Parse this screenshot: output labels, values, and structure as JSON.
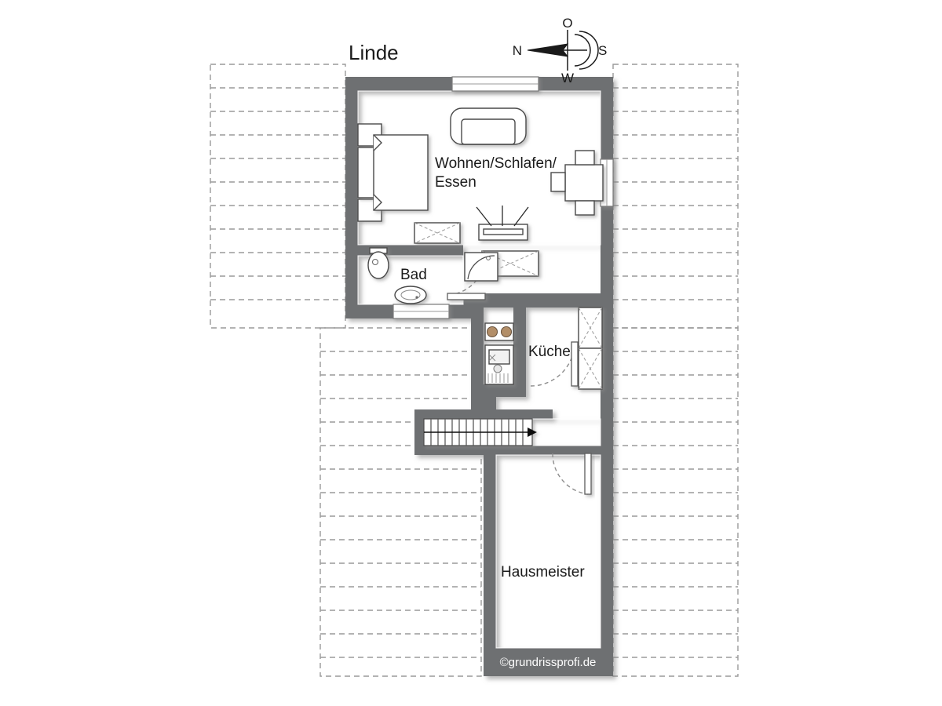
{
  "document": {
    "title": "Linde",
    "watermark": "©grundrissprofi.de",
    "type": "floor-plan"
  },
  "compass": {
    "name": "compass-rose",
    "north_label": "N",
    "east_label": "O",
    "south_label": "S",
    "west_label": "W",
    "north_direction": "left"
  },
  "rooms": [
    {
      "id": "wohnen",
      "label": "Wohnen/Schlafen/",
      "label2": "Essen"
    },
    {
      "id": "bad",
      "label": "Bad"
    },
    {
      "id": "kueche",
      "label": "Küche"
    },
    {
      "id": "hausmeister",
      "label": "Hausmeister"
    }
  ],
  "room_labels": {
    "living": "Wohnen/Schlafen/",
    "living_line2": "Essen",
    "bath": "Bad",
    "kitchen": "Küche",
    "caretaker": "Hausmeister"
  },
  "furniture": [
    {
      "name": "double-bed",
      "room": "wohnen"
    },
    {
      "name": "nightstand-top",
      "room": "wohnen"
    },
    {
      "name": "nightstand-bottom",
      "room": "wohnen"
    },
    {
      "name": "sofa",
      "room": "wohnen"
    },
    {
      "name": "dining-table",
      "room": "wohnen"
    },
    {
      "name": "dining-chair-top",
      "room": "wohnen"
    },
    {
      "name": "dining-chair-left",
      "room": "wohnen"
    },
    {
      "name": "dining-chair-bottom",
      "room": "wohnen"
    },
    {
      "name": "tv-unit",
      "room": "wohnen"
    },
    {
      "name": "cabinet-left",
      "room": "wohnen"
    },
    {
      "name": "cabinet-right",
      "room": "wohnen"
    },
    {
      "name": "toilet",
      "room": "bad"
    },
    {
      "name": "washbasin",
      "room": "bad"
    },
    {
      "name": "shower",
      "room": "bad"
    },
    {
      "name": "stove-hob",
      "room": "kueche"
    },
    {
      "name": "sink-unit",
      "room": "kueche"
    },
    {
      "name": "tall-cabinet-upper",
      "room": "kueche"
    },
    {
      "name": "tall-cabinet-lower",
      "room": "kueche"
    },
    {
      "name": "staircase",
      "room": "flur"
    }
  ],
  "openings": [
    {
      "name": "window-top",
      "type": "window"
    },
    {
      "name": "window-right",
      "type": "window"
    },
    {
      "name": "window-bath",
      "type": "window"
    },
    {
      "name": "door-bath",
      "type": "door"
    },
    {
      "name": "door-kitchen",
      "type": "door"
    },
    {
      "name": "door-hausmeister",
      "type": "door"
    }
  ],
  "colors": {
    "wall": "#6e7072",
    "wall_shadow": "#b8b9ba",
    "furniture_stroke": "#4a4a4a",
    "hatch": "#9a9a9a",
    "text": "#1a1a1a",
    "background": "#ffffff"
  }
}
